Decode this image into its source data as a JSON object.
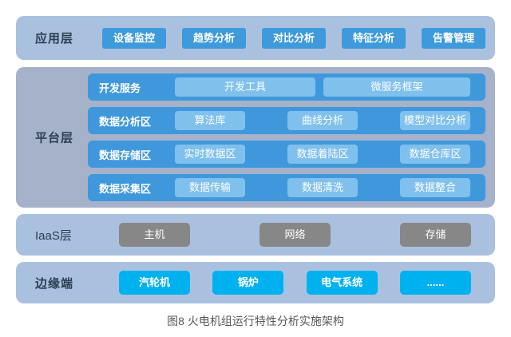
{
  "caption": "图8 火电机组运行特性分析实施架构",
  "colors": {
    "container_light_blue": "#a9c1df",
    "platform_container": "#a6b2ca",
    "app_button_blue": "#3e9ada",
    "platform_row_blue": "#3f98dc",
    "platform_chip_light_blue": "#80c0ed",
    "iaas_button_gray": "#878787",
    "edge_button_cyan": "#00b1ef",
    "layer_label_dark": "#2d3e50",
    "caption_gray": "#595959"
  },
  "app_layer": {
    "label": "应用层",
    "items": [
      "设备监控",
      "趋势分析",
      "对比分析",
      "特征分析",
      "告警管理"
    ]
  },
  "platform_layer": {
    "label": "平台层",
    "rows": [
      {
        "label": "开发服务",
        "items": [
          "开发工具",
          "微服务框架"
        ]
      },
      {
        "label": "数据分析区",
        "items": [
          "算法库",
          "曲线分析",
          "模型对比分析"
        ]
      },
      {
        "label": "数据存储区",
        "items": [
          "实时数据区",
          "数据着陆区",
          "数据仓库区"
        ]
      },
      {
        "label": "数据采集区",
        "items": [
          "数据传输",
          "数据清洗",
          "数据整合"
        ]
      }
    ]
  },
  "iaas_layer": {
    "label": "IaaS层",
    "items": [
      "主机",
      "网络",
      "存储"
    ]
  },
  "edge_layer": {
    "label": "边缘端",
    "items": [
      "汽轮机",
      "锅炉",
      "电气系统",
      "......"
    ]
  }
}
